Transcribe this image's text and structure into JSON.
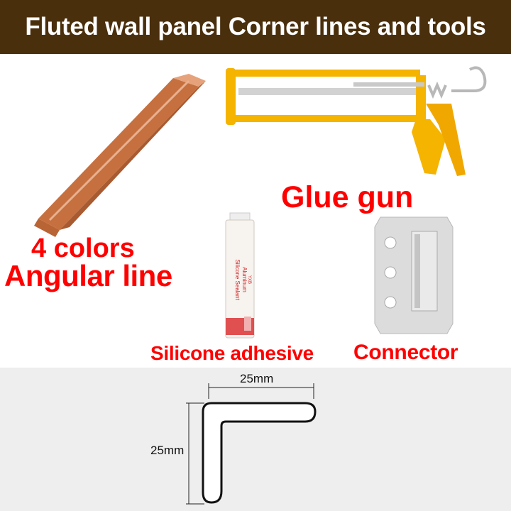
{
  "banner": {
    "title": "Fluted wall panel Corner lines and tools"
  },
  "labels": {
    "colors": "4 colors",
    "angular_line": "Angular line",
    "glue_gun": "Glue gun",
    "silicone_adhesive": "Silicone adhesive",
    "connector": "Connector"
  },
  "tube_text": {
    "brand": "YXB",
    "line1": "Aluminum",
    "line2": "Silicone Sealant"
  },
  "diagram": {
    "width_label": "25mm",
    "height_label": "25mm"
  },
  "colors": {
    "banner": "#4a2f0c",
    "label_red": "#ff0000",
    "corner_line": "#c8734a",
    "glue_gun": "#f5b400"
  }
}
